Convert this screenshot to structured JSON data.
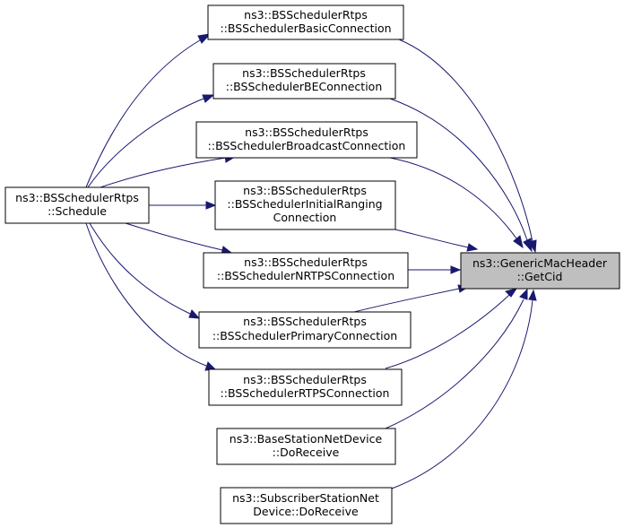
{
  "nodes": {
    "schedule": {
      "lines": [
        "ns3::BSSchedulerRtps",
        "::Schedule"
      ]
    },
    "basic": {
      "lines": [
        "ns3::BSSchedulerRtps",
        "::BSSchedulerBasicConnection"
      ]
    },
    "be": {
      "lines": [
        "ns3::BSSchedulerRtps",
        "::BSSchedulerBEConnection"
      ]
    },
    "broadcast": {
      "lines": [
        "ns3::BSSchedulerRtps",
        "::BSSchedulerBroadcastConnection"
      ]
    },
    "ranging": {
      "lines": [
        "ns3::BSSchedulerRtps",
        "::BSSchedulerInitialRanging",
        "Connection"
      ]
    },
    "nrtps": {
      "lines": [
        "ns3::BSSchedulerRtps",
        "::BSSchedulerNRTPSConnection"
      ]
    },
    "primary": {
      "lines": [
        "ns3::BSSchedulerRtps",
        "::BSSchedulerPrimaryConnection"
      ]
    },
    "rtps": {
      "lines": [
        "ns3::BSSchedulerRtps",
        "::BSSchedulerRTPSConnection"
      ]
    },
    "bsreceive": {
      "lines": [
        "ns3::BaseStationNetDevice",
        "::DoReceive"
      ]
    },
    "ssreceive": {
      "lines": [
        "ns3::SubscriberStationNet",
        "Device::DoReceive"
      ]
    },
    "getcid": {
      "lines": [
        "ns3::GenericMacHeader",
        "::GetCid"
      ]
    }
  },
  "colors": {
    "edge": "#191970",
    "focus_fill": "#bfbfbf",
    "node_fill": "#ffffff",
    "node_border": "#000000"
  }
}
